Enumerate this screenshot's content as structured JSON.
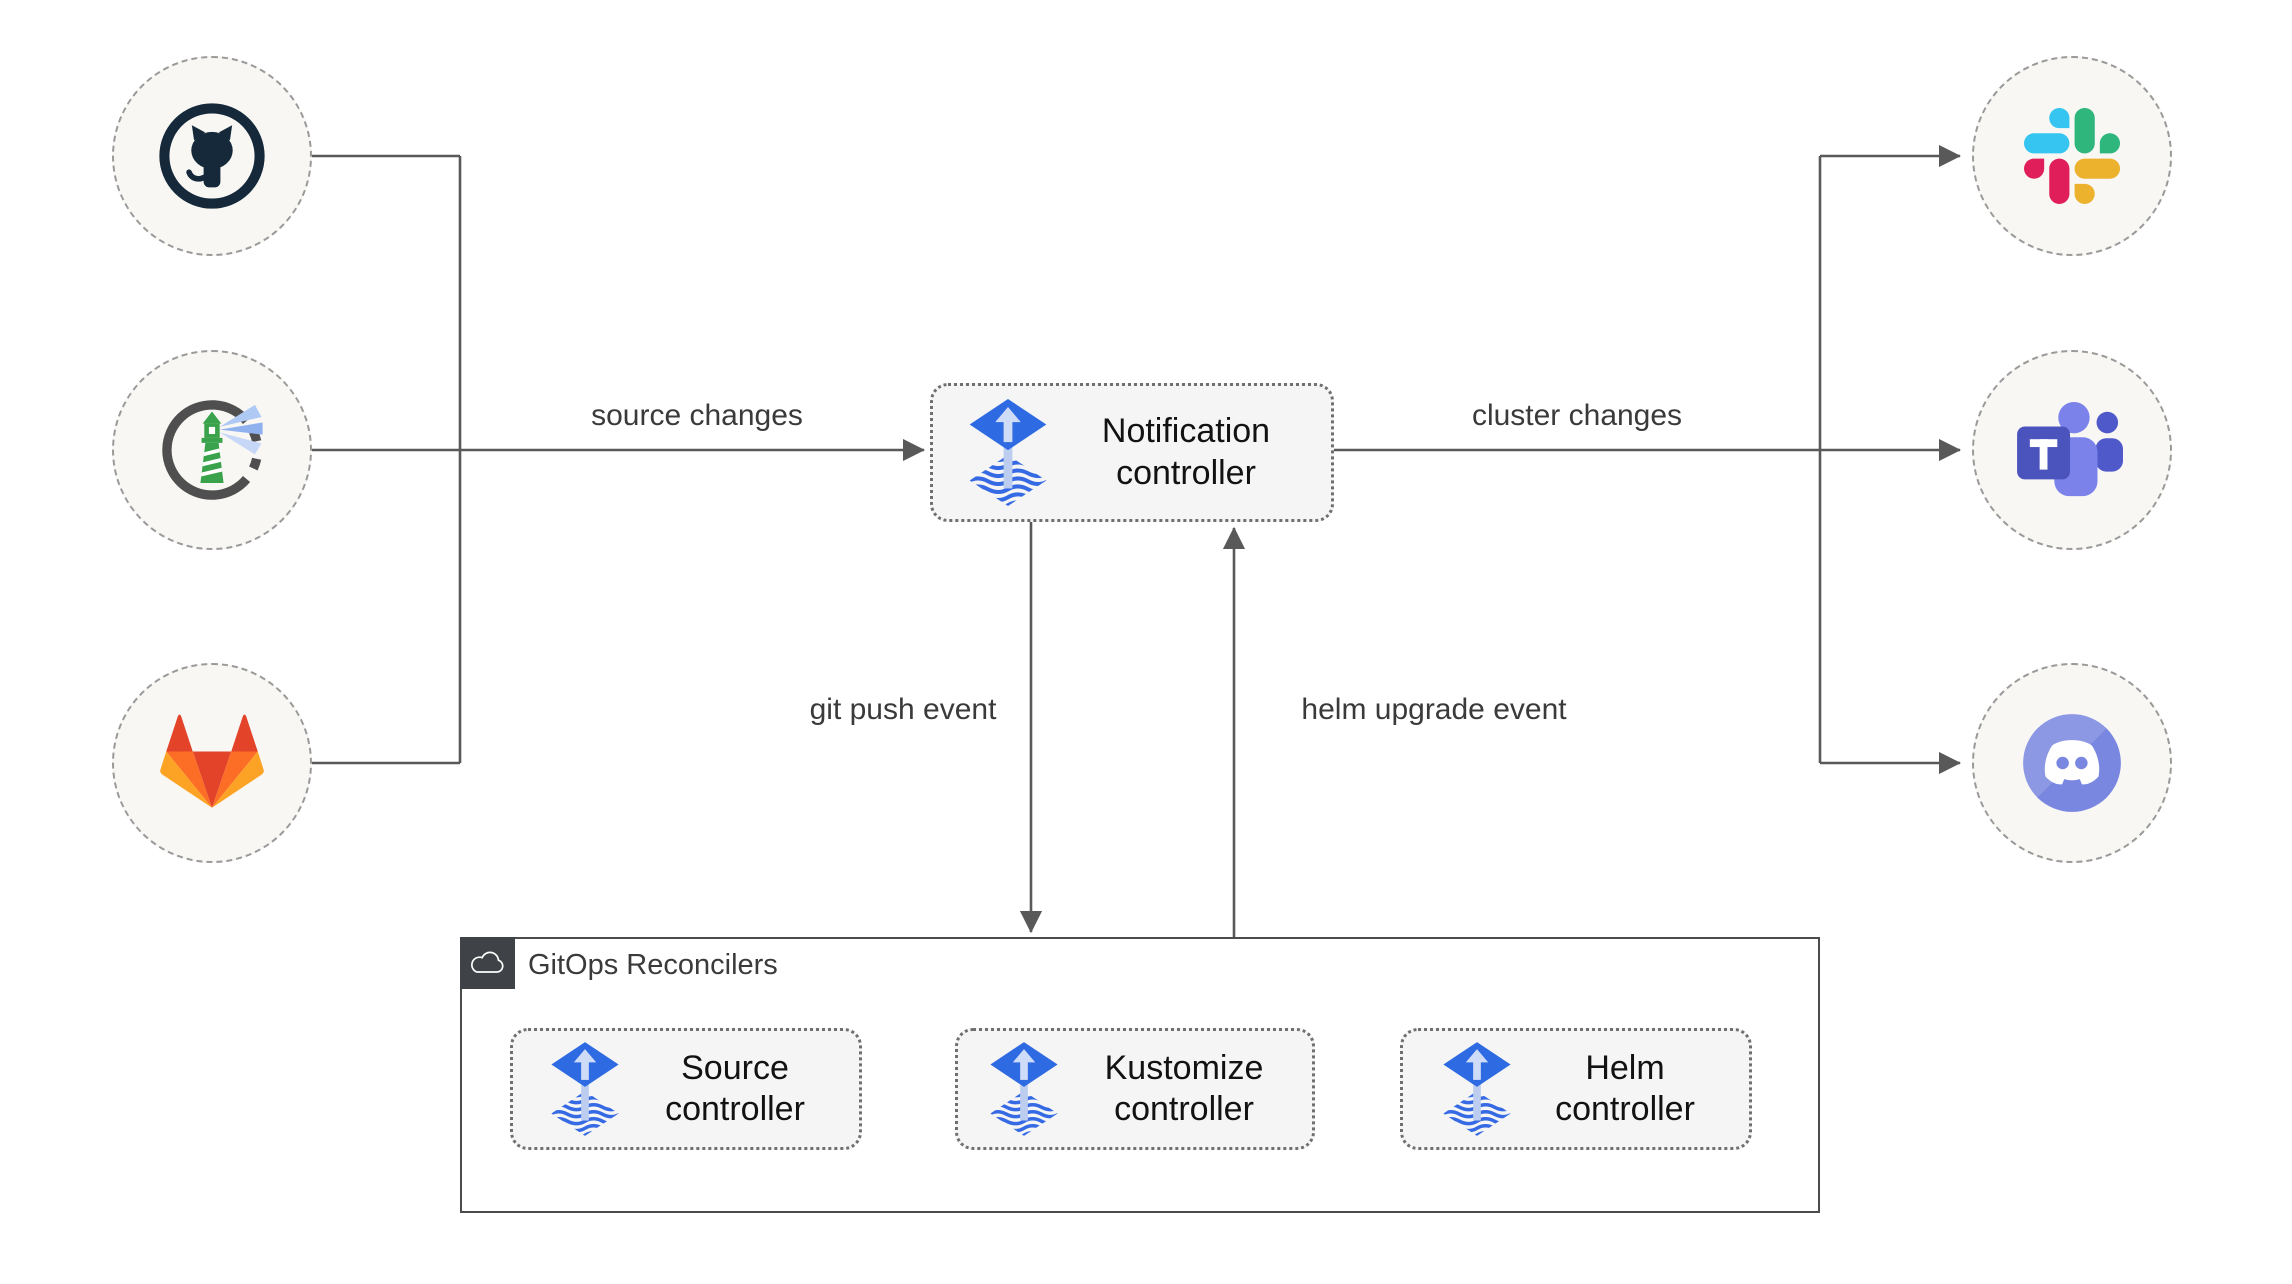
{
  "nodes": {
    "notification": {
      "label": "Notification controller",
      "icon": "flux-icon"
    },
    "source": {
      "label": "Source controller",
      "icon": "flux-icon"
    },
    "kustomize": {
      "label": "Kustomize controller",
      "icon": "flux-icon"
    },
    "helm": {
      "label": "Helm controller",
      "icon": "flux-icon"
    }
  },
  "group": {
    "label": "GitOps Reconcilers",
    "icon": "cloud-icon"
  },
  "edge_labels": {
    "source_changes": "source changes",
    "cluster_changes": "cluster changes",
    "git_push_event": "git push event",
    "helm_upgrade_event": "helm upgrade event"
  },
  "source_nodes": [
    {
      "icon": "github-icon"
    },
    {
      "icon": "harbor-icon"
    },
    {
      "icon": "gitlab-icon"
    }
  ],
  "notifier_nodes": [
    {
      "icon": "slack-icon"
    },
    {
      "icon": "ms-teams-icon"
    },
    {
      "icon": "discord-icon"
    }
  ],
  "colors": {
    "flux_blue": "#2e6ae2",
    "flux_pale_blue": "#c9d8f6",
    "arrow": "#595959",
    "node_fill": "#f5f5f5",
    "node_border": "#6f6f6f",
    "circle_fill": "#f8f7f4",
    "circle_border": "#9a9a9a",
    "group_border": "#4c4c4c",
    "badge_bg": "#3f4347"
  }
}
